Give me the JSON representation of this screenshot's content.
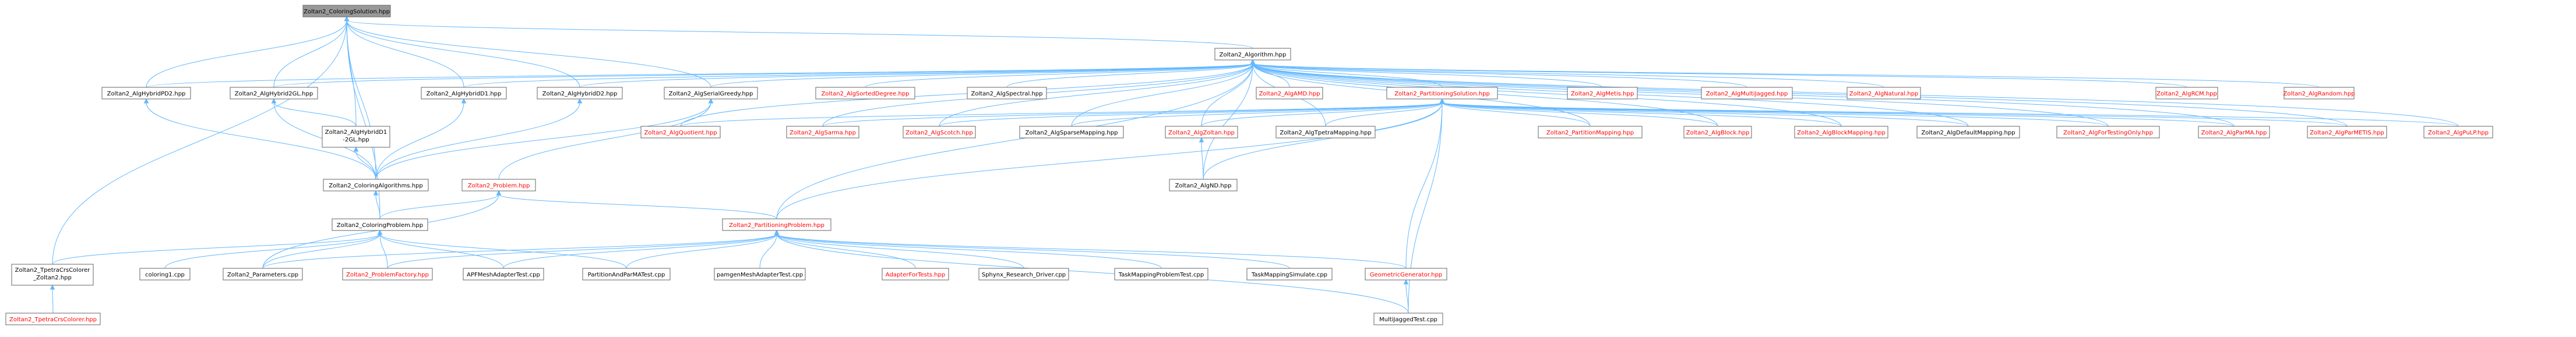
{
  "nodes": {
    "coloringSolution": {
      "label": "Zoltan2_ColoringSolution.hpp",
      "style": "root"
    },
    "algorithm": {
      "label": "Zoltan2_Algorithm.hpp",
      "style": "normal"
    },
    "hybridPD2": {
      "label": "Zoltan2_AlgHybridPD2.hpp",
      "style": "normal"
    },
    "hybrid2GL": {
      "label": "Zoltan2_AlgHybrid2GL.hpp",
      "style": "normal"
    },
    "hybridD1": {
      "label": "Zoltan2_AlgHybridD1.hpp",
      "style": "normal"
    },
    "hybridD2": {
      "label": "Zoltan2_AlgHybridD2.hpp",
      "style": "normal"
    },
    "serialGreedy": {
      "label": "Zoltan2_AlgSerialGreedy.hpp",
      "style": "normal"
    },
    "sortedDegree": {
      "label": "Zoltan2_AlgSortedDegree.hpp",
      "style": "red"
    },
    "spectral": {
      "label": "Zoltan2_AlgSpectral.hpp",
      "style": "normal"
    },
    "amd": {
      "label": "Zoltan2_AlgAMD.hpp",
      "style": "red"
    },
    "partSolution": {
      "label": "Zoltan2_PartitioningSolution.hpp",
      "style": "red"
    },
    "metis": {
      "label": "Zoltan2_AlgMetis.hpp",
      "style": "red"
    },
    "multiJagged": {
      "label": "Zoltan2_AlgMultiJagged.hpp",
      "style": "red"
    },
    "natural": {
      "label": "Zoltan2_AlgNatural.hpp",
      "style": "red"
    },
    "rcm": {
      "label": "Zoltan2_AlgRCM.hpp",
      "style": "red"
    },
    "random": {
      "label": "Zoltan2_AlgRandom.hpp",
      "style": "red"
    },
    "hybridD1_2GL_line1": {
      "label": "Zoltan2_AlgHybridD1",
      "style": "normal"
    },
    "hybridD1_2GL_line2": {
      "label": "-2GL.hpp",
      "style": "normal"
    },
    "quotient": {
      "label": "Zoltan2_AlgQuotient.hpp",
      "style": "red"
    },
    "sarma": {
      "label": "Zoltan2_AlgSarma.hpp",
      "style": "red"
    },
    "scotch": {
      "label": "Zoltan2_AlgScotch.hpp",
      "style": "red"
    },
    "sparseMapping": {
      "label": "Zoltan2_AlgSparseMapping.hpp",
      "style": "normal"
    },
    "zoltan": {
      "label": "Zoltan2_AlgZoltan.hpp",
      "style": "red"
    },
    "tpetraMapping": {
      "label": "Zoltan2_AlgTpetraMapping.hpp",
      "style": "normal"
    },
    "partMapping": {
      "label": "Zoltan2_PartitionMapping.hpp",
      "style": "red"
    },
    "block": {
      "label": "Zoltan2_AlgBlock.hpp",
      "style": "red"
    },
    "blockMapping": {
      "label": "Zoltan2_AlgBlockMapping.hpp",
      "style": "red"
    },
    "defaultMapping": {
      "label": "Zoltan2_AlgDefaultMapping.hpp",
      "style": "normal"
    },
    "forTesting": {
      "label": "Zoltan2_AlgForTestingOnly.hpp",
      "style": "red"
    },
    "parMA": {
      "label": "Zoltan2_AlgParMA.hpp",
      "style": "red"
    },
    "parMETIS": {
      "label": "Zoltan2_AlgParMETIS.hpp",
      "style": "red"
    },
    "puLP": {
      "label": "Zoltan2_AlgPuLP.hpp",
      "style": "red"
    },
    "coloringAlgs": {
      "label": "Zoltan2_ColoringAlgorithms.hpp",
      "style": "normal"
    },
    "problem": {
      "label": "Zoltan2_Problem.hpp",
      "style": "red"
    },
    "nd": {
      "label": "Zoltan2_AlgND.hpp",
      "style": "normal"
    },
    "coloringProblem": {
      "label": "Zoltan2_ColoringProblem.hpp",
      "style": "normal"
    },
    "partProblem": {
      "label": "Zoltan2_PartitioningProblem.hpp",
      "style": "red"
    },
    "tpetraCrs_line1": {
      "label": "Zoltan2_TpetraCrsColorer",
      "style": "normal"
    },
    "tpetraCrs_line2": {
      "label": "_Zoltan2.hpp",
      "style": "normal"
    },
    "coloring1": {
      "label": "coloring1.cpp",
      "style": "normal"
    },
    "parameters": {
      "label": "Zoltan2_Parameters.cpp",
      "style": "normal"
    },
    "problemFactory": {
      "label": "Zoltan2_ProblemFactory.hpp",
      "style": "red"
    },
    "apfMesh": {
      "label": "APFMeshAdapterTest.cpp",
      "style": "normal"
    },
    "partAndParMA": {
      "label": "PartitionAndParMATest.cpp",
      "style": "normal"
    },
    "pamgen": {
      "label": "pamgenMeshAdapterTest.cpp",
      "style": "normal"
    },
    "adapterForTests": {
      "label": "AdapterForTests.hpp",
      "style": "red"
    },
    "sphynx": {
      "label": "Sphynx_Research_Driver.cpp",
      "style": "normal"
    },
    "taskMappingProblem": {
      "label": "TaskMappingProblemTest.cpp",
      "style": "normal"
    },
    "taskMappingSim": {
      "label": "TaskMappingSimulate.cpp",
      "style": "normal"
    },
    "geometricGen": {
      "label": "GeometricGenerator.hpp",
      "style": "red"
    },
    "tpetraColorer": {
      "label": "Zoltan2_TpetraCrsColorer.hpp",
      "style": "red"
    },
    "multiJaggedTest": {
      "label": "MultiJaggedTest.cpp",
      "style": "normal"
    }
  },
  "edge_colors": {
    "edge": "#63b8ff",
    "node_border": "#666666",
    "root_fill": "#999999",
    "red_text": "#ff0000"
  }
}
